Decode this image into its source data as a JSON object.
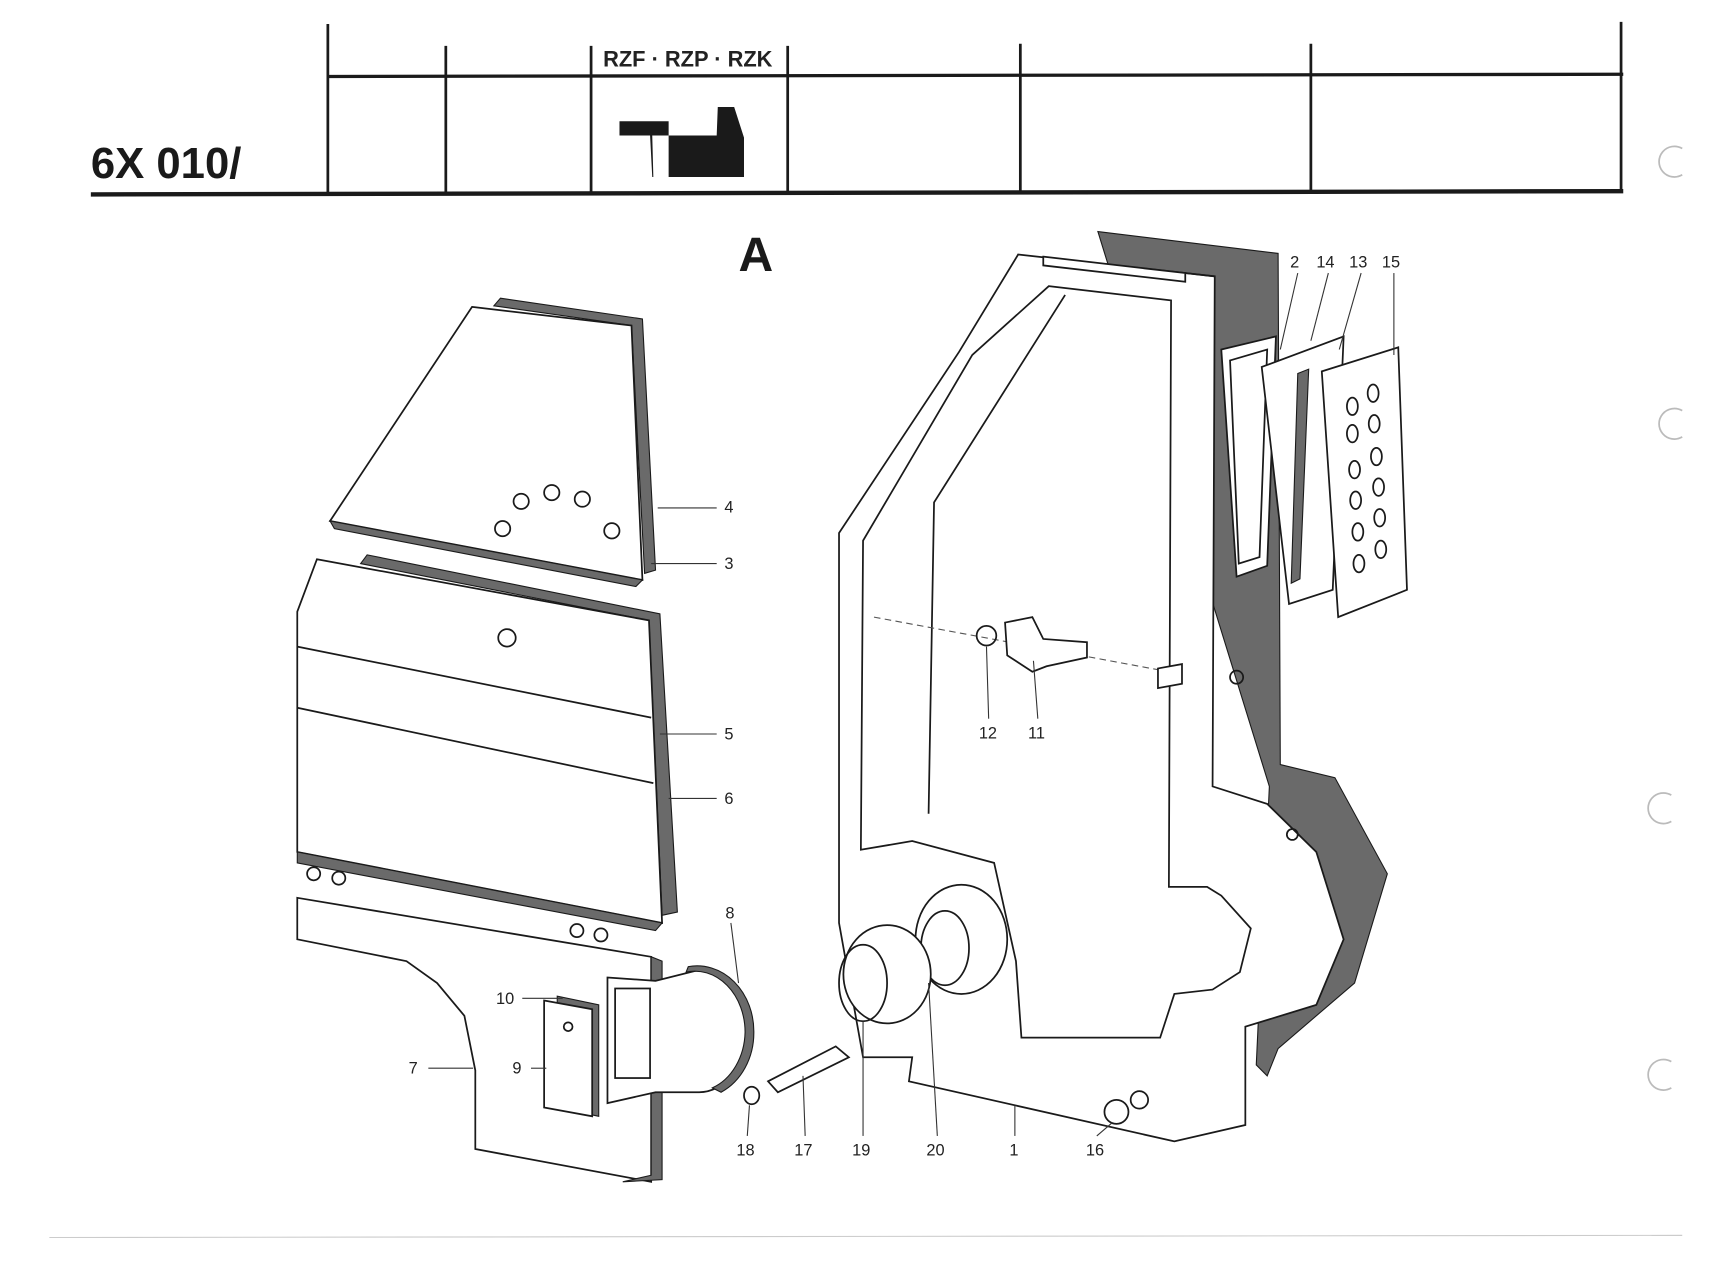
{
  "header": {
    "part_number": "6X 010/",
    "model_codes": "RZF · RZP · RZK"
  },
  "view_label": "A",
  "callouts": {
    "c1": "1",
    "c2": "2",
    "c3": "3",
    "c4": "4",
    "c5": "5",
    "c6": "6",
    "c7": "7",
    "c8": "8",
    "c9": "9",
    "c10": "10",
    "c11": "11",
    "c12": "12",
    "c13": "13",
    "c14": "14",
    "c15": "15",
    "c16": "16",
    "c17": "17",
    "c18": "18",
    "c19": "19",
    "c20": "20"
  }
}
